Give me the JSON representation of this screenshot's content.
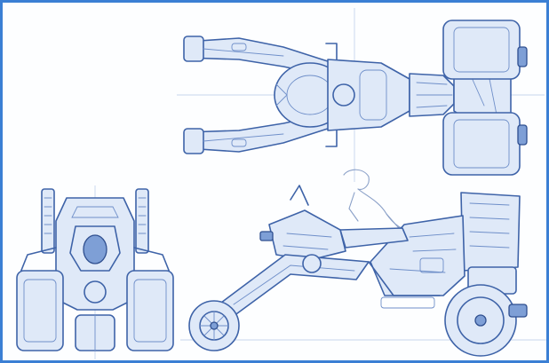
{
  "sheet": {
    "border_color": "#3b7fd4",
    "ink_color": "#3e63a8",
    "wash_color": "#dfe9f8",
    "views": [
      {
        "id": "top-view",
        "icon": "vehicle-top-view-drawing"
      },
      {
        "id": "front-view",
        "icon": "vehicle-front-view-drawing"
      },
      {
        "id": "side-view",
        "icon": "vehicle-side-view-drawing"
      }
    ]
  }
}
